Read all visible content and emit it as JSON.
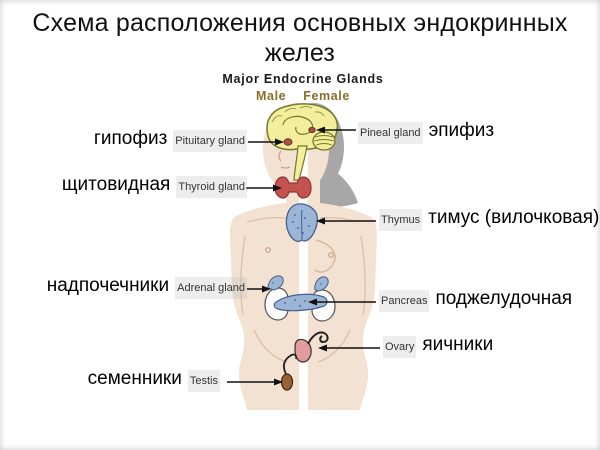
{
  "slide": {
    "title": "Схема расположения основных эндокринных желез",
    "subtitle": "Major Endocrine Glands",
    "male_label": "Male",
    "female_label": "Female"
  },
  "glands": {
    "pituitary": {
      "ru": "гипофиз",
      "en": "Pituitary gland"
    },
    "pineal": {
      "ru": "эпифиз",
      "en": "Pineal gland"
    },
    "thyroid": {
      "ru": "щитовидная",
      "en": "Thyroid gland"
    },
    "thymus": {
      "ru": "тимус (вилочковая)",
      "en": "Thymus"
    },
    "adrenal": {
      "ru": "надпочечники",
      "en": "Adrenal gland"
    },
    "pancreas": {
      "ru": "поджелудочная",
      "en": "Pancreas"
    },
    "ovary": {
      "ru": "яичники",
      "en": "Ovary"
    },
    "testis": {
      "ru": "семенники",
      "en": "Testis"
    }
  },
  "colors": {
    "body_skin": "#f3e1d1",
    "silhouette_gray": "#a7a7a7",
    "brain_yellow": "#f2ee9b",
    "organ_blue": "#9bb5d6",
    "thyroid_red": "#c4524e",
    "gland_dot_red": "#a85148",
    "ovary_pink": "#e39c9c",
    "testis_brown": "#9a6234",
    "male_female_text": "#8a6d2a"
  }
}
